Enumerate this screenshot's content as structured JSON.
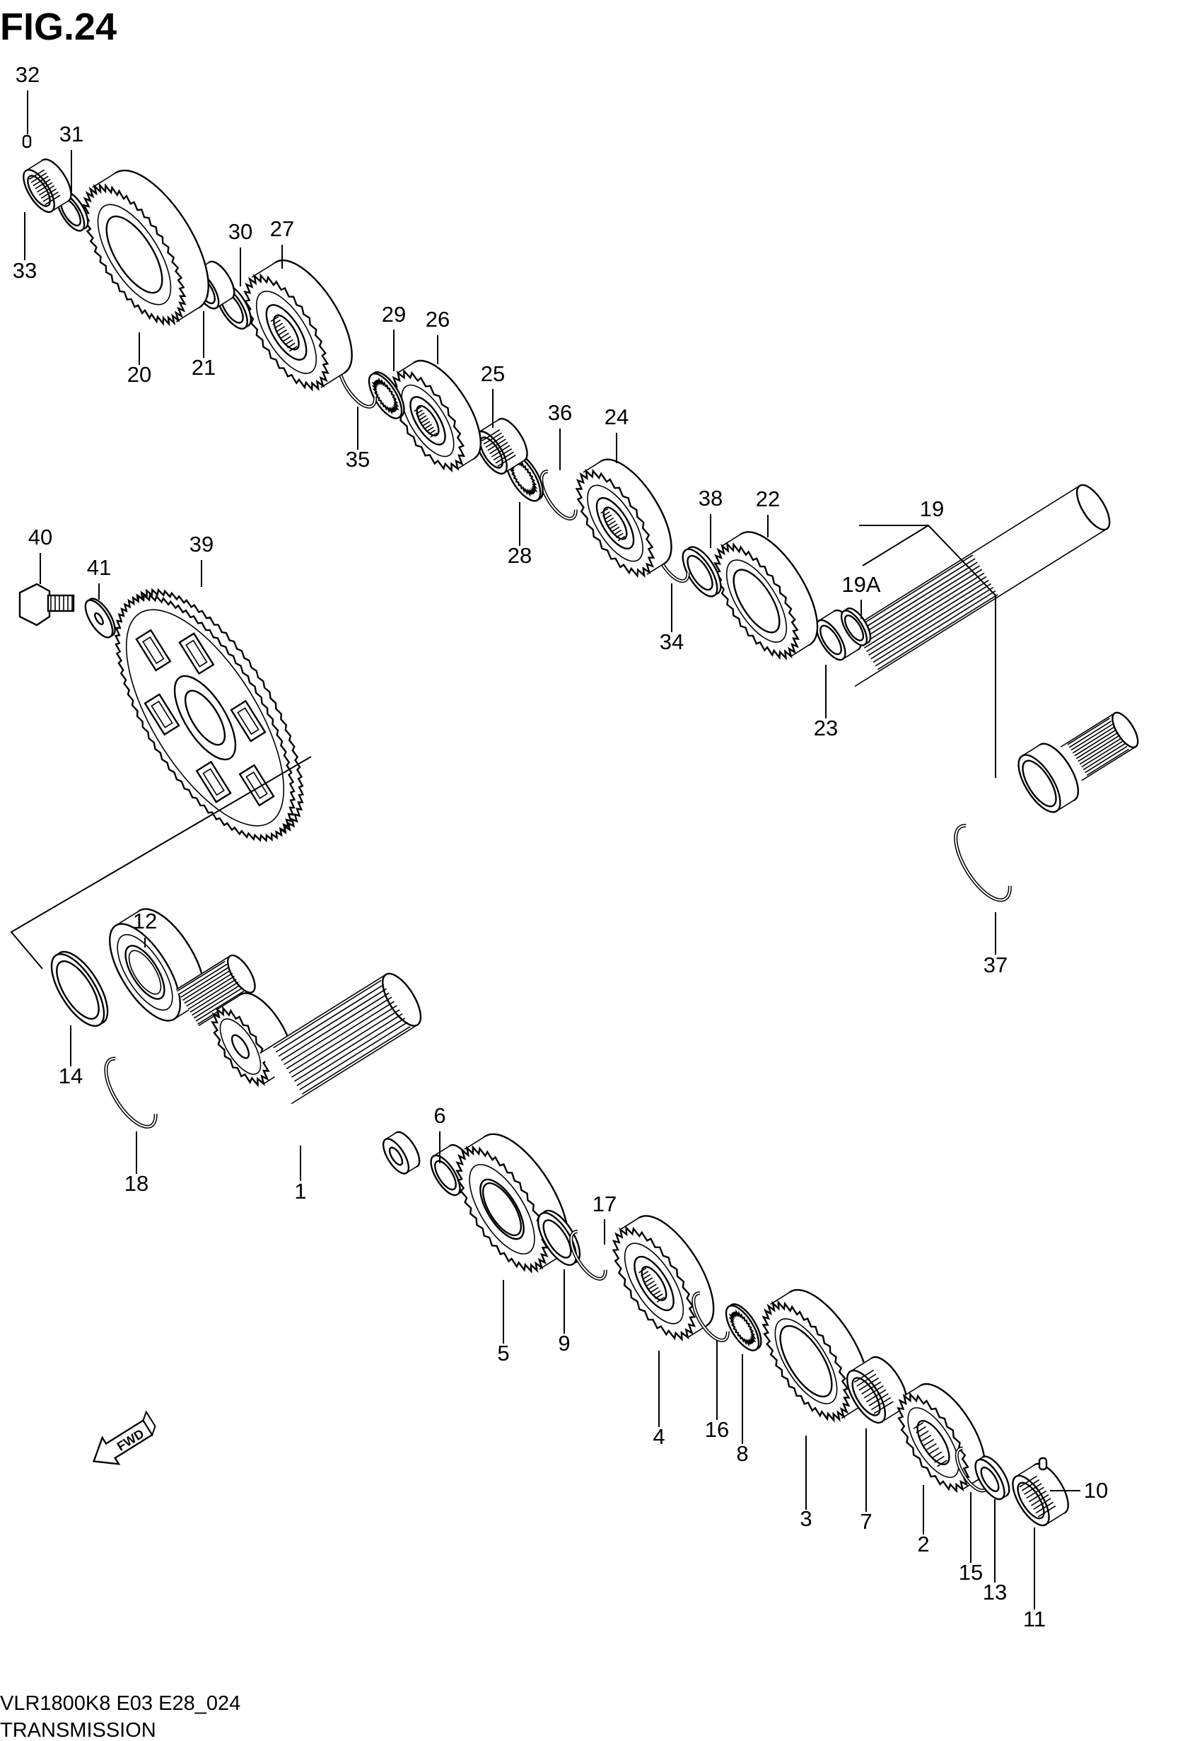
{
  "figure": {
    "title": "FIG.24",
    "model_code": "VLR1800K8 E03 E28_024",
    "section_name": "TRANSMISSION",
    "fwd_label": "FWD"
  },
  "callouts": [
    {
      "ref": "1",
      "kind": "shaft"
    },
    {
      "ref": "2",
      "kind": "gear"
    },
    {
      "ref": "3",
      "kind": "gear"
    },
    {
      "ref": "4",
      "kind": "gear"
    },
    {
      "ref": "5",
      "kind": "gear"
    },
    {
      "ref": "6",
      "kind": "bushing"
    },
    {
      "ref": "7",
      "kind": "bearing"
    },
    {
      "ref": "8",
      "kind": "lock-washer"
    },
    {
      "ref": "9",
      "kind": "washer"
    },
    {
      "ref": "10",
      "kind": "pin"
    },
    {
      "ref": "11",
      "kind": "bearing"
    },
    {
      "ref": "12",
      "kind": "bearing"
    },
    {
      "ref": "13",
      "kind": "washer"
    },
    {
      "ref": "14",
      "kind": "oil-seal"
    },
    {
      "ref": "15",
      "kind": "circlip"
    },
    {
      "ref": "16",
      "kind": "circlip"
    },
    {
      "ref": "17",
      "kind": "circlip"
    },
    {
      "ref": "18",
      "kind": "c-ring"
    },
    {
      "ref": "19",
      "kind": "shaft"
    },
    {
      "ref": "19A",
      "kind": "shaft-sub"
    },
    {
      "ref": "20",
      "kind": "gear"
    },
    {
      "ref": "21",
      "kind": "bushing"
    },
    {
      "ref": "22",
      "kind": "gear"
    },
    {
      "ref": "23",
      "kind": "bushing"
    },
    {
      "ref": "24",
      "kind": "gear"
    },
    {
      "ref": "25",
      "kind": "bearing"
    },
    {
      "ref": "26",
      "kind": "gear"
    },
    {
      "ref": "27",
      "kind": "gear"
    },
    {
      "ref": "28",
      "kind": "lock-washer"
    },
    {
      "ref": "29",
      "kind": "lock-washer"
    },
    {
      "ref": "30",
      "kind": "washer"
    },
    {
      "ref": "31",
      "kind": "washer"
    },
    {
      "ref": "32",
      "kind": "pin"
    },
    {
      "ref": "33",
      "kind": "bearing"
    },
    {
      "ref": "34",
      "kind": "circlip"
    },
    {
      "ref": "35",
      "kind": "circlip"
    },
    {
      "ref": "36",
      "kind": "circlip"
    },
    {
      "ref": "37",
      "kind": "c-ring"
    },
    {
      "ref": "38",
      "kind": "washer"
    },
    {
      "ref": "39",
      "kind": "gear"
    },
    {
      "ref": "40",
      "kind": "bolt"
    },
    {
      "ref": "41",
      "kind": "washer"
    }
  ]
}
